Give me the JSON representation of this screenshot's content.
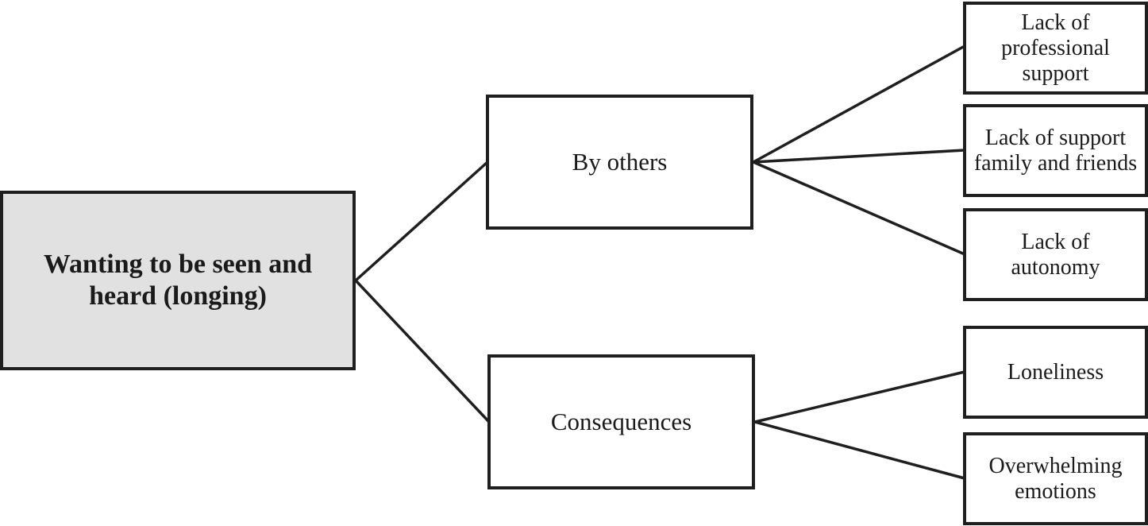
{
  "diagram": {
    "root": {
      "label": "Wanting to be seen and heard (longing)"
    },
    "branches": [
      {
        "label": "By others",
        "children": [
          {
            "label": "Lack of professional support"
          },
          {
            "label": "Lack of support family and friends"
          },
          {
            "label": "Lack of autonomy"
          }
        ]
      },
      {
        "label": "Consequences",
        "children": [
          {
            "label": "Loneliness"
          },
          {
            "label": "Overwhelming emotions"
          }
        ]
      }
    ]
  }
}
